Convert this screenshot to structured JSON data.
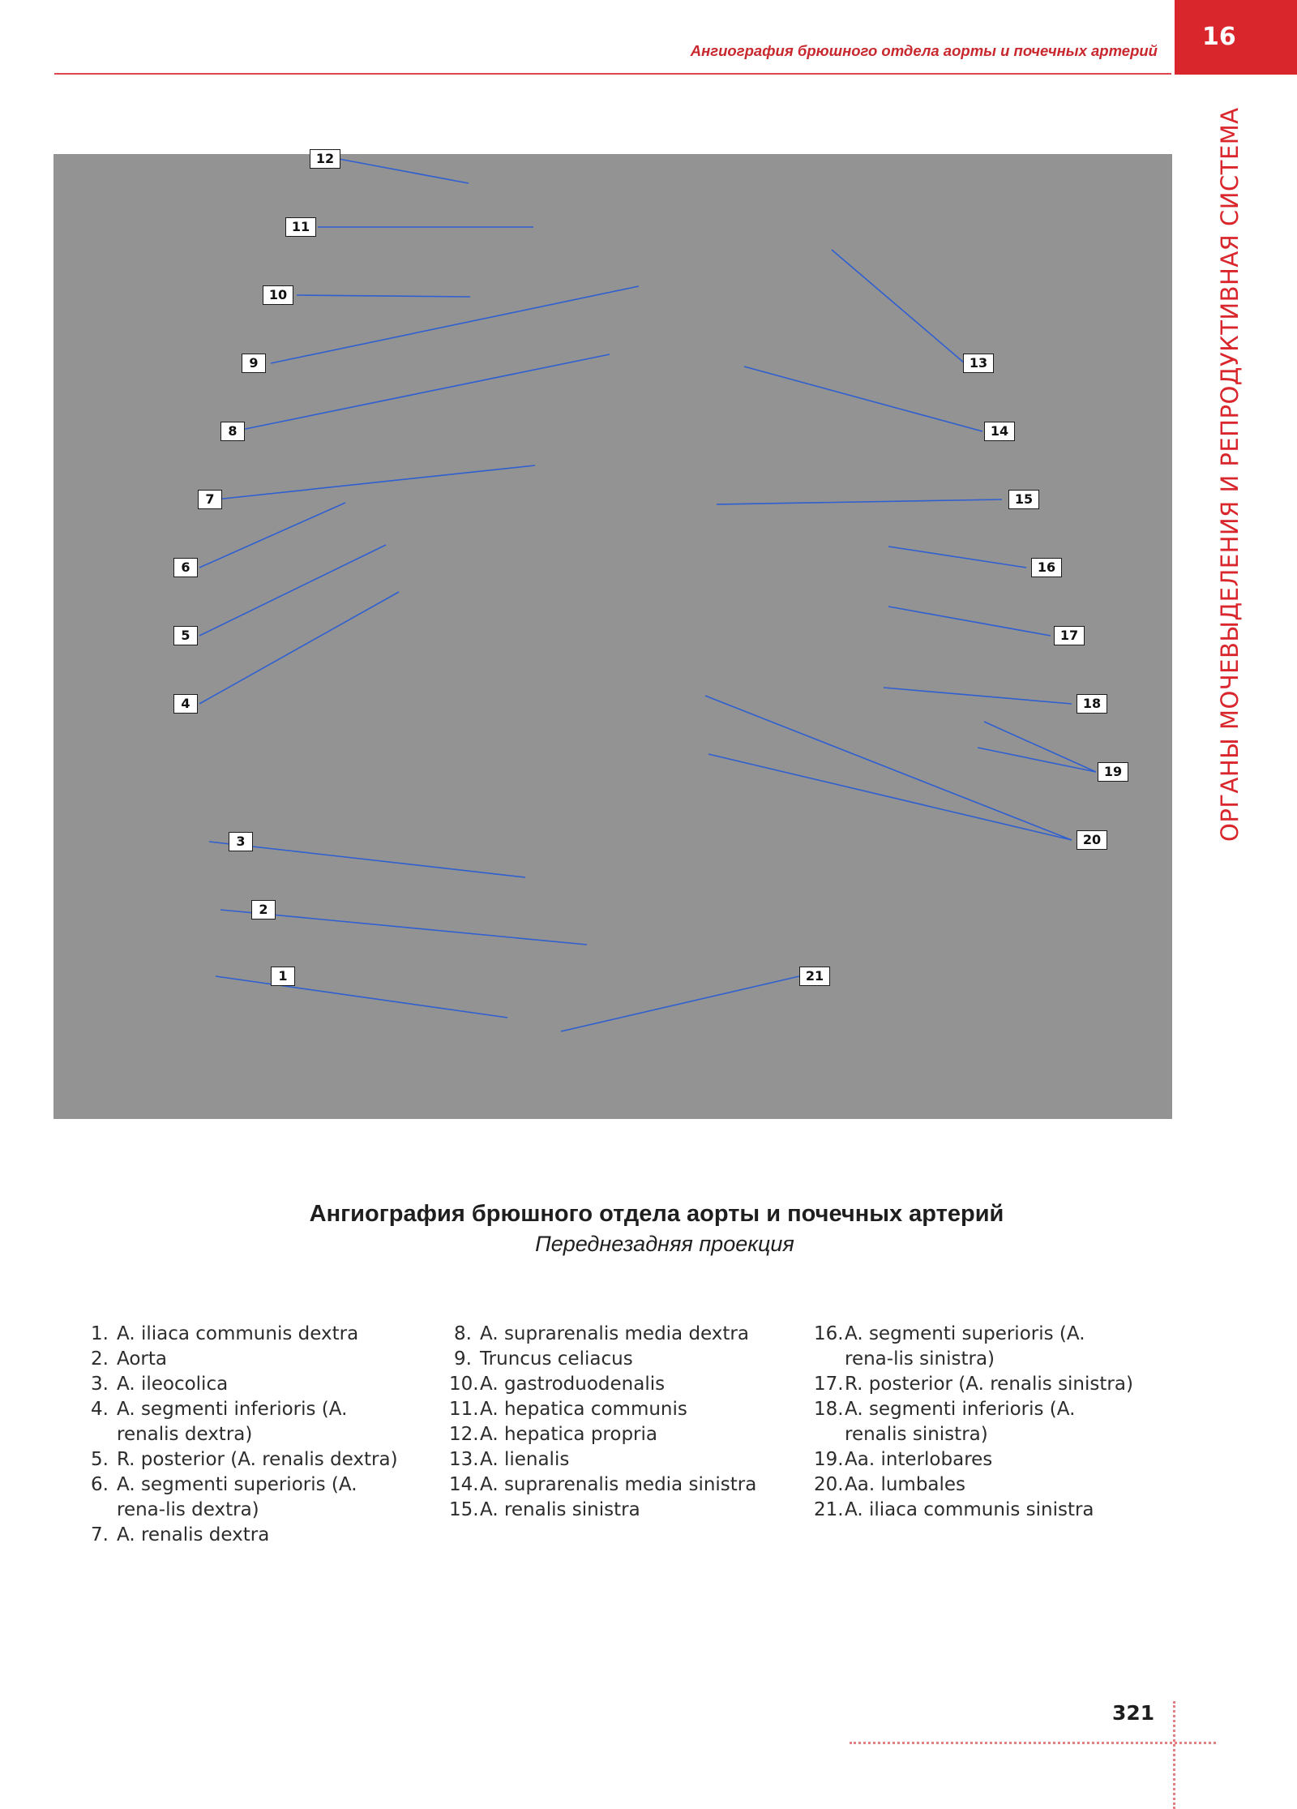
{
  "header": {
    "running_title": "Ангиография брюшного отдела аорты и почечных артерий",
    "chapter_number": "16",
    "section_vertical": "ОРГАНЫ МОЧЕВЫДЕЛЕНИЯ И РЕПРОДУКТИВНАЯ СИСТЕМА"
  },
  "figure": {
    "labels": [
      "1",
      "2",
      "3",
      "4",
      "5",
      "6",
      "7",
      "8",
      "9",
      "10",
      "11",
      "12",
      "13",
      "14",
      "15",
      "16",
      "17",
      "18",
      "19",
      "20",
      "21"
    ]
  },
  "caption": {
    "title": "Ангиография брюшного отдела аорты и почечных артерий",
    "subtitle": "Переднезадняя проекция"
  },
  "legend": {
    "col1": [
      {
        "num": "1.",
        "text": "A. iliaca communis dextra"
      },
      {
        "num": "2.",
        "text": "Aorta"
      },
      {
        "num": "3.",
        "text": "A. ileocolica"
      },
      {
        "num": "4.",
        "text": "A. segmenti inferioris (A. renalis dextra)"
      },
      {
        "num": "5.",
        "text": "R. posterior (A. renalis dextra)"
      },
      {
        "num": "6.",
        "text": "A. segmenti superioris (A. rena-lis dextra)"
      },
      {
        "num": "7.",
        "text": "A. renalis dextra"
      }
    ],
    "col2": [
      {
        "num": "8.",
        "text": "A. suprarenalis media dextra"
      },
      {
        "num": "9.",
        "text": "Truncus celiacus"
      },
      {
        "num": "10.",
        "text": "A. gastroduodenalis"
      },
      {
        "num": "11.",
        "text": "A. hepatica communis"
      },
      {
        "num": "12.",
        "text": "A. hepatica propria"
      },
      {
        "num": "13.",
        "text": "A. lienalis"
      },
      {
        "num": "14.",
        "text": "A. suprarenalis media sinistra"
      },
      {
        "num": "15.",
        "text": "A. renalis sinistra"
      }
    ],
    "col3": [
      {
        "num": "16.",
        "text": "A. segmenti superioris (A. rena-lis sinistra)"
      },
      {
        "num": "17.",
        "text": "R. posterior (A. renalis sinistra)"
      },
      {
        "num": "18.",
        "text": "A. segmenti inferioris (A. renalis sinistra)"
      },
      {
        "num": "19.",
        "text": "Aa. interlobares"
      },
      {
        "num": "20.",
        "text": "Aa. lumbales"
      },
      {
        "num": "21.",
        "text": "A. iliaca communis sinistra"
      }
    ]
  },
  "footer": {
    "page_number": "321"
  },
  "colors": {
    "accent": "#d9262c",
    "leader_line": "#2f5fd0"
  }
}
